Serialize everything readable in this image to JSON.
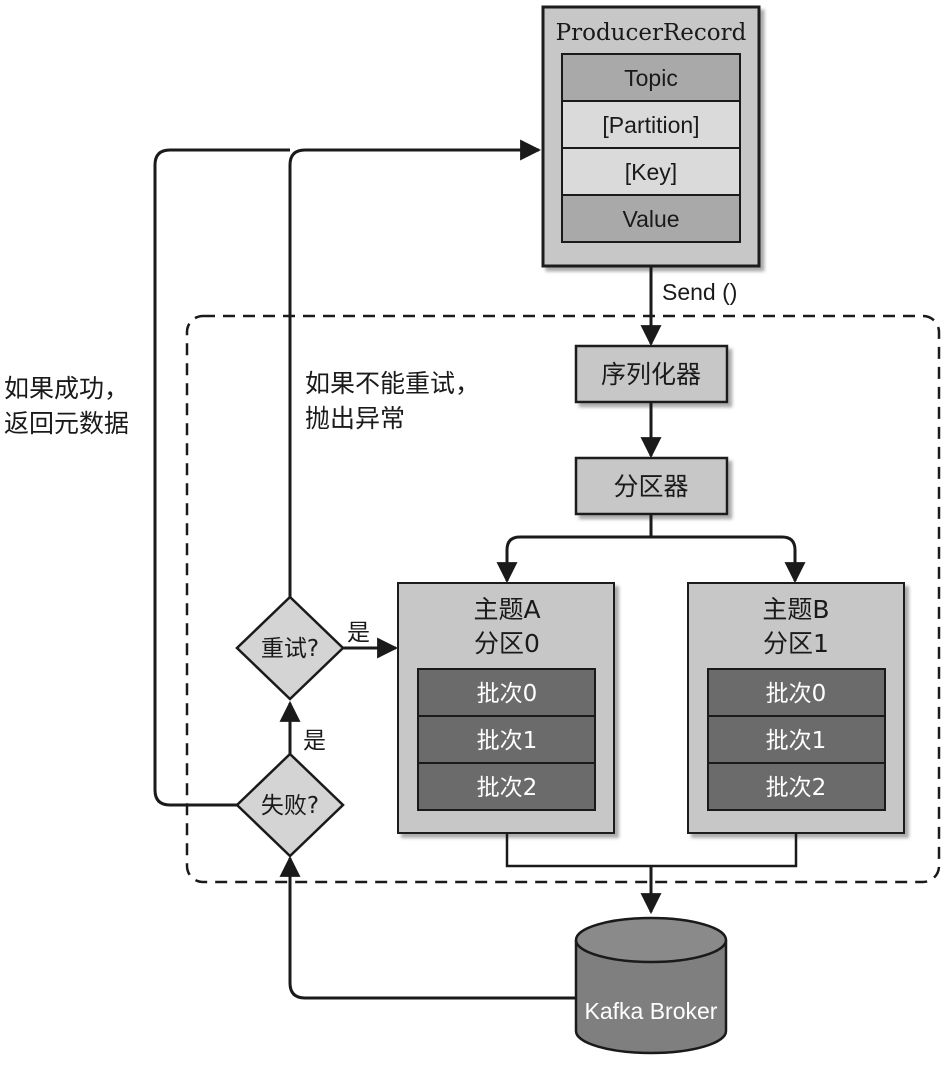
{
  "producer_record": {
    "title": "ProducerRecord",
    "fields": [
      "Topic",
      "[Partition]",
      "[Key]",
      "Value"
    ]
  },
  "send_label": "Send ()",
  "serializer_label": "序列化器",
  "partitioner_label": "分区器",
  "partitions": [
    {
      "title_line1": "主题A",
      "title_line2": "分区0",
      "batches": [
        "批次0",
        "批次1",
        "批次2"
      ]
    },
    {
      "title_line1": "主题B",
      "title_line2": "分区1",
      "batches": [
        "批次0",
        "批次1",
        "批次2"
      ]
    }
  ],
  "retry_decision": "重试?",
  "fail_decision": "失败?",
  "retry_yes": "是",
  "fail_yes": "是",
  "success_note": [
    "如果成功，",
    "返回元数据"
  ],
  "no_retry_note": [
    "如果不能重试，",
    "抛出异常"
  ],
  "broker_label": "Kafka Broker",
  "colors": {
    "box_fill": "#c7c7c7",
    "field_dark": "#a9a9a9",
    "field_light": "#dadada",
    "batch_fill": "#6b6b6b",
    "outline": "#1a1a1a",
    "broker_fill": "#7f7f7f"
  }
}
